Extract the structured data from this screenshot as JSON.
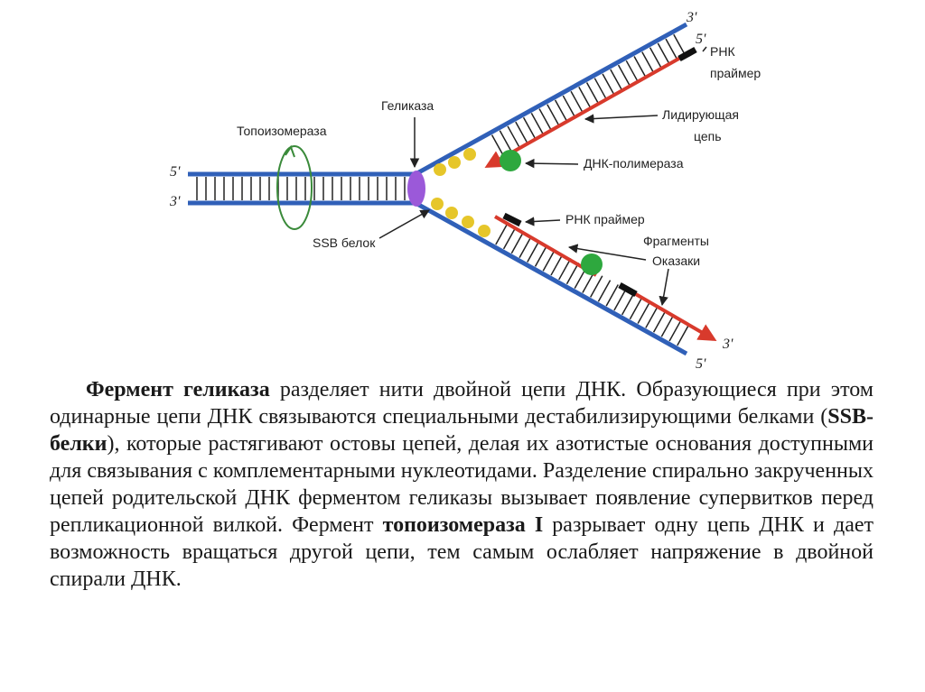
{
  "diagram": {
    "labels": {
      "topoisomerase": "Топоизомераза",
      "helicase": "Геликаза",
      "ssb_protein": "SSB белок",
      "rna_primer_top_line1": "РНК",
      "rna_primer_top_line2": "праймер",
      "leading_strand_line1": "Лидирующая",
      "leading_strand_line2": "цепь",
      "dna_polymerase": "ДНК-полимераза",
      "rna_primer_bottom": "РНК праймер",
      "okazaki_line1": "Фрагменты",
      "okazaki_line2": "Оказаки"
    },
    "ends": {
      "left_top": "5'",
      "left_bottom": "3'",
      "upper_arm_outer": "3'",
      "upper_arm_inner": "5'",
      "lower_arm_inner": "3'",
      "lower_arm_outer": "5'"
    },
    "colors": {
      "parental_strand": "#3060b8",
      "new_strand": "#d83a2c",
      "rna_primer": "#111111",
      "helicase": "#9b59d9",
      "ssb": "#e6c62a",
      "polymerase": "#2ea83e",
      "topoisomerase": "#3a8a3a"
    }
  },
  "text": {
    "p_bold_1": "Фермент геликаза",
    "p_1": " разделяет нити двойной цепи ДНК. Образующиеся при этом одинарные цепи ДНК связываются специальными дестабилизирующими белками (",
    "p_bold_2": "SSB-белки",
    "p_2": "), которые растягивают остовы цепей, делая их азотистые основания доступными для связывания с комплементарными нуклеотидами. Разделение спирально закрученных цепей родительской ДНК ферментом геликазы вызывает появление супервитков перед репликационной вилкой. Фермент ",
    "p_bold_3": "топоизомераза I",
    "p_3": " разрывает одну цепь ДНК и дает возможность вращаться другой цепи, тем самым ослабляет напряжение в двойной спирали ДНК."
  }
}
